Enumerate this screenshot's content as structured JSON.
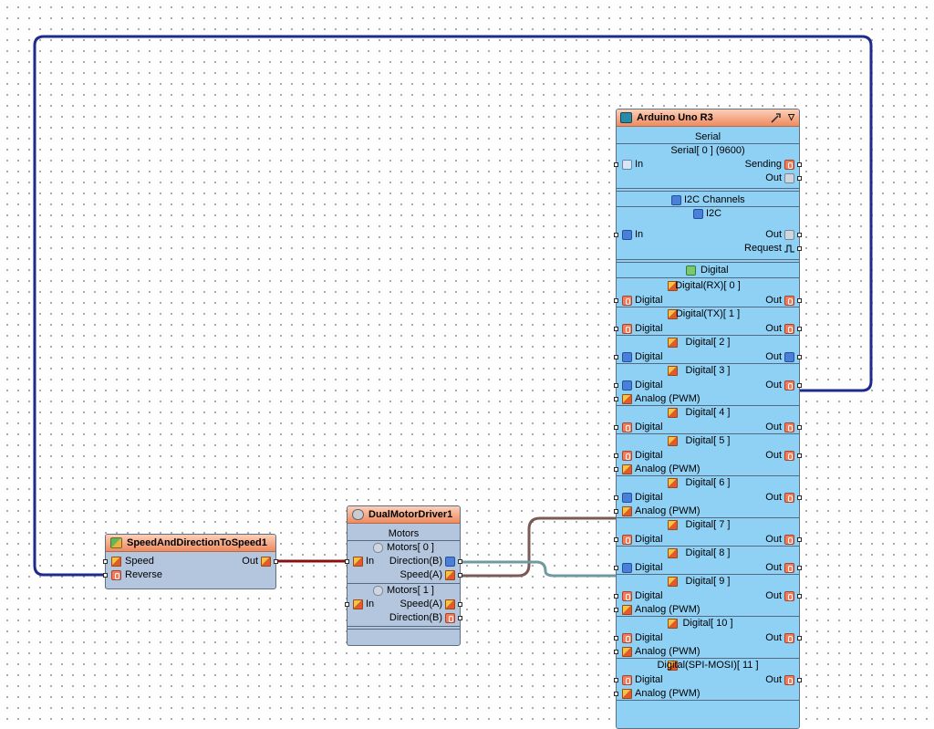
{
  "speed_component": {
    "title": "SpeedAndDirectionToSpeed1",
    "pins": {
      "speed": "Speed",
      "reverse": "Reverse",
      "out": "Out"
    }
  },
  "motor_driver": {
    "title": "DualMotorDriver1",
    "section": "Motors",
    "motor0": {
      "label": "Motors[ 0 ]",
      "in": "In",
      "direction": "Direction(B)",
      "speed": "Speed(A)"
    },
    "motor1": {
      "label": "Motors[ 1 ]",
      "in": "In",
      "speed": "Speed(A)",
      "direction": "Direction(B)"
    }
  },
  "arduino": {
    "title": "Arduino Uno R3",
    "serial": {
      "group": "Serial",
      "channel": "Serial[ 0 ] (9600)",
      "in": "In",
      "sending": "Sending",
      "out": "Out"
    },
    "i2c": {
      "group": "I2C Channels",
      "channel": "I2C",
      "in": "In",
      "out": "Out",
      "request": "Request"
    },
    "digital_group": "Digital",
    "digital": [
      {
        "name": "Digital(RX)[ 0 ]",
        "input": "Digital",
        "out": "Out"
      },
      {
        "name": "Digital(TX)[ 1 ]",
        "input": "Digital",
        "out": "Out"
      },
      {
        "name": "Digital[ 2 ]",
        "input": "Digital",
        "out": "Out"
      },
      {
        "name": "Digital[ 3 ]",
        "input": "Digital",
        "analog": "Analog (PWM)",
        "out": "Out"
      },
      {
        "name": "Digital[ 4 ]",
        "input": "Digital",
        "out": "Out"
      },
      {
        "name": "Digital[ 5 ]",
        "input": "Digital",
        "analog": "Analog (PWM)",
        "out": "Out"
      },
      {
        "name": "Digital[ 6 ]",
        "input": "Digital",
        "analog": "Analog (PWM)",
        "out": "Out"
      },
      {
        "name": "Digital[ 7 ]",
        "input": "Digital",
        "out": "Out"
      },
      {
        "name": "Digital[ 8 ]",
        "input": "Digital",
        "out": "Out"
      },
      {
        "name": "Digital[ 9 ]",
        "input": "Digital",
        "analog": "Analog (PWM)",
        "out": "Out"
      },
      {
        "name": "Digital[ 10 ]",
        "input": "Digital",
        "analog": "Analog (PWM)",
        "out": "Out"
      },
      {
        "name": "Digital(SPI-MOSI)[ 11 ]",
        "input": "Digital",
        "analog": "Analog (PWM)",
        "out": "Out"
      }
    ]
  },
  "colors": {
    "body_arduino": "#8fd0f5",
    "body_component": "#b4c5de",
    "header": "#ee8a60",
    "wire_loop": "#1f2a8f",
    "wire_speed": "#8a1010",
    "wire_direction": "#6e9aa0",
    "wire_pwm": "#7a5a55"
  }
}
